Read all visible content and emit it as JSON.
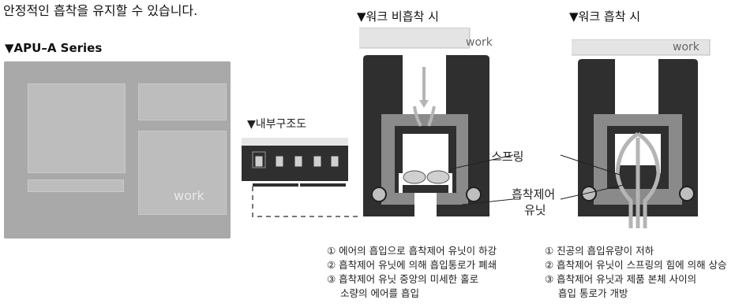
{
  "intro_text": "안정적인 흡착을 유지할 수 있습니다.",
  "series_title": "▼APU–A Series",
  "photo": {
    "work_label": "work"
  },
  "internal_structure": {
    "title": "▼내부구조도"
  },
  "non_suction": {
    "title": "▼워크 비흡착 시",
    "work_label": "work",
    "descriptions": [
      "① 에어의 흡입으로 흡착제어 유닛이 하강",
      "② 흡착제어 유닛에 의해 흡입통로가 폐쇄",
      "③ 흡착제어 유닛 중앙의 미세한 홀로",
      "소량의 에어를 흡입"
    ]
  },
  "suction": {
    "title": "▼워크 흡착 시",
    "work_label": "work",
    "descriptions": [
      "① 진공의 흡입유량이 저하",
      "② 흡착제어 유닛이 스프링의 힘에 의해 상승",
      "③ 흡착제어 유닛과 제품 본체 사이의",
      "흡입 통로가 개방"
    ]
  },
  "callouts": {
    "spring": "스프링",
    "control_unit_line1": "흡착제어",
    "control_unit_line2": "유닛"
  },
  "colors": {
    "body_dark": "#2f2f2f",
    "body_mid": "#8a8a8a",
    "work_plate": "#e4e4e4",
    "arrow": "#b5b5b5"
  }
}
